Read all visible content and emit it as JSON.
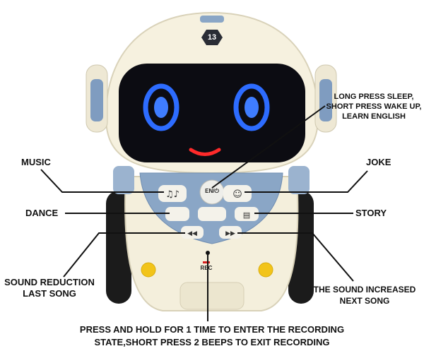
{
  "robot": {
    "badge": "13",
    "rec_label": "REC",
    "power_label": "EN/⏻"
  },
  "labels": {
    "music": "MUSIC",
    "dance": "DANCE",
    "joke": "JOKE",
    "story": "STORY",
    "sleep_wake": [
      "LONG PRESS SLEEP,",
      "SHORT PRESS WAKE UP,",
      "LEARN ENGLISH"
    ],
    "sound_reduction": [
      "SOUND REDUCTION",
      "LAST SONG"
    ],
    "sound_increase": [
      "THE SOUND INCREASED",
      "NEXT SONG"
    ],
    "recording": [
      "PRESS AND HOLD FOR 1 TIME TO ENTER THE RECORDING",
      "STATE,SHORT PRESS 2 BEEPS TO EXIT RECORDING"
    ]
  },
  "colors": {
    "body": "#f4efdc",
    "face": "#0c0c12",
    "eye": "#2d6cff",
    "panel": "#8aa6c6",
    "accent": "#f2c41a",
    "mouth": "#ff2a2a"
  }
}
